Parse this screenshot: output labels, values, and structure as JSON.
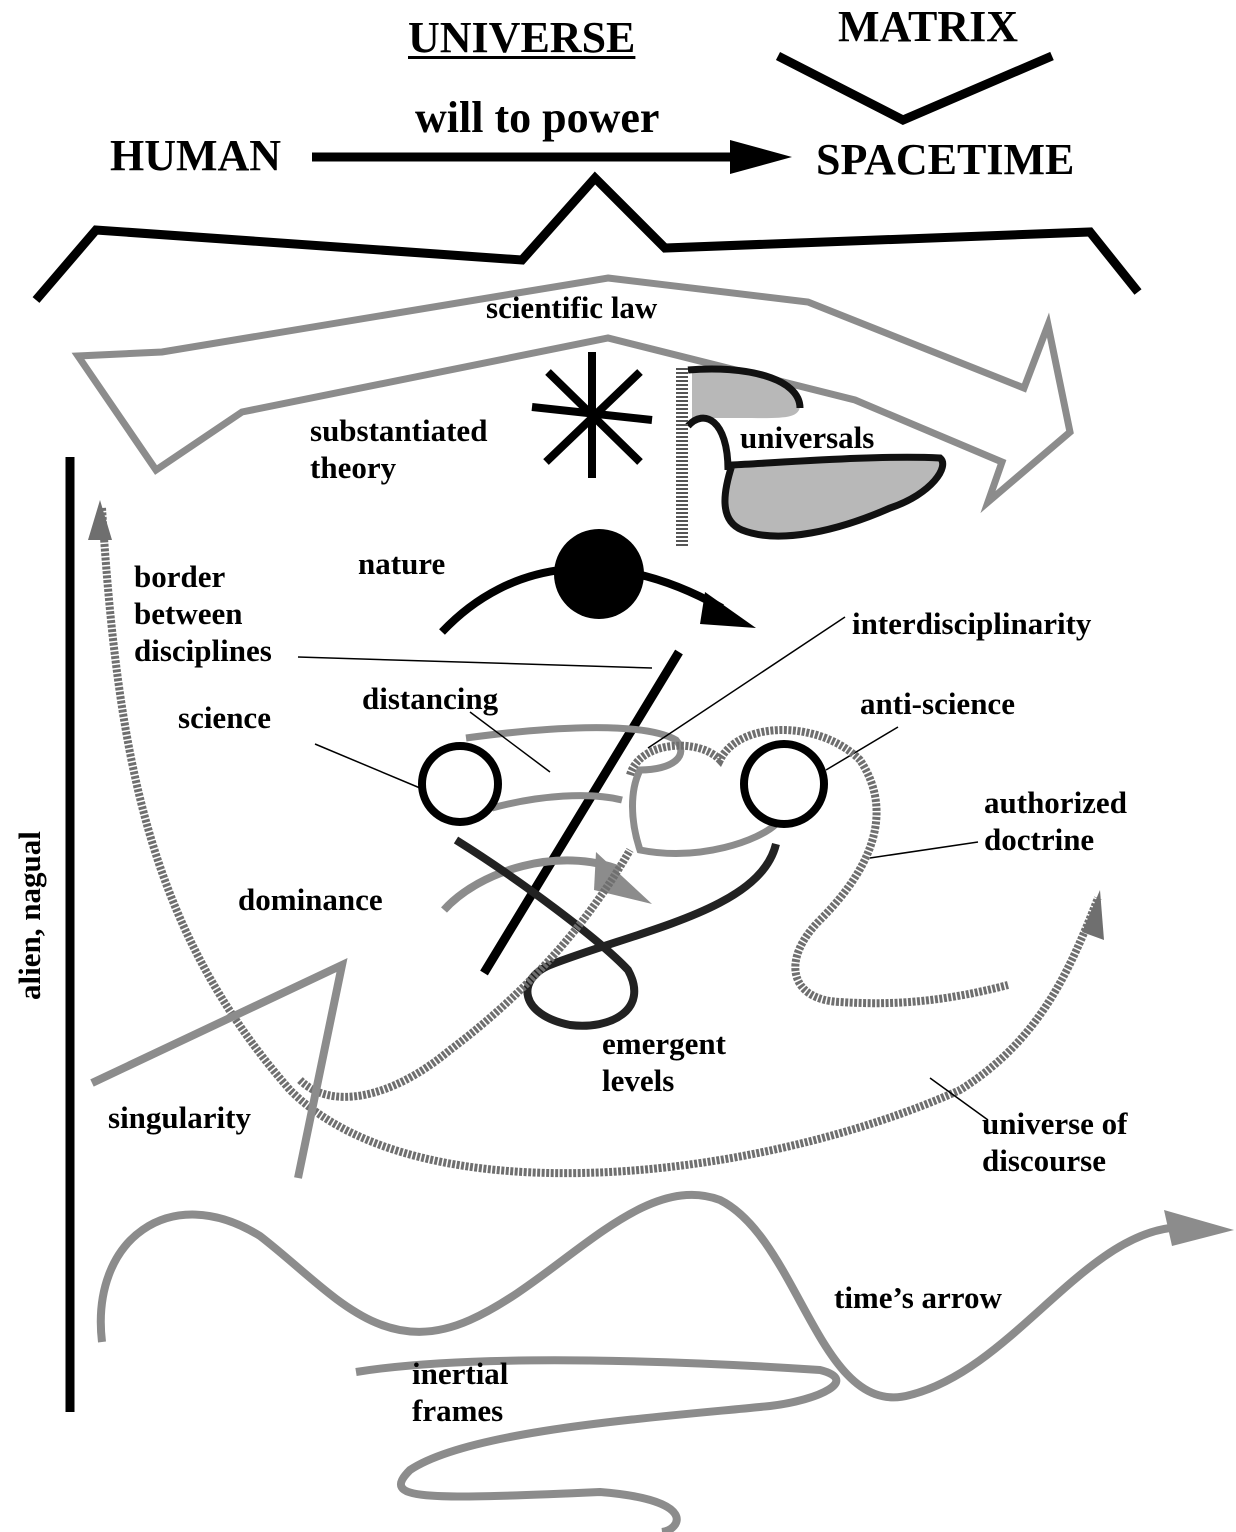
{
  "header": {
    "universe": "UNIVERSE",
    "matrix": "MATRIX",
    "human": "HUMAN",
    "will_to_power": "will to power",
    "spacetime": "SPACETIME"
  },
  "labels": {
    "scientific_law": "scientific law",
    "substantiated_theory_1": "substantiated",
    "substantiated_theory_2": "theory",
    "universals": "universals",
    "nature": "nature",
    "border_1": "border",
    "border_2": "between",
    "border_3": "disciplines",
    "interdisciplinarity": "interdisciplinarity",
    "distancing": "distancing",
    "science": "science",
    "anti_science": "anti-science",
    "authorized_1": "authorized",
    "authorized_2": "doctrine",
    "dominance": "dominance",
    "alien_nagual": "alien, nagual",
    "emergent_1": "emergent",
    "emergent_2": "levels",
    "singularity": "singularity",
    "universe_of_1": "universe of",
    "universe_of_2": "discourse",
    "times_arrow": "time’s arrow",
    "inertial_1": "inertial",
    "inertial_2": "frames"
  },
  "colors": {
    "black": "#000000",
    "gray_line": "#8c8c8c",
    "flag_fill": "#b8b8b8",
    "striped": "#6f6f6f"
  }
}
